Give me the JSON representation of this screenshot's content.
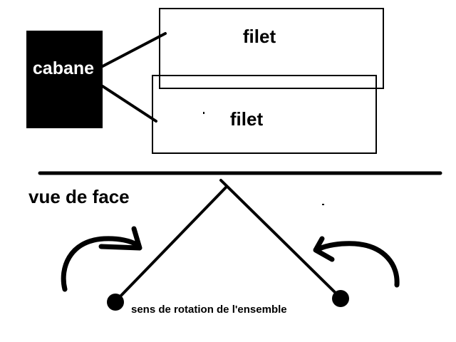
{
  "diagram": {
    "top_view": {
      "hut_label": "cabane",
      "net_1_label": "filet",
      "net_2_label": "filet"
    },
    "front_view": {
      "title": "vue de face",
      "caption": "sens de rotation de l'ensemble"
    }
  },
  "colors": {
    "ink": "#000000",
    "paper": "#ffffff"
  },
  "icons": {
    "left_arrow": "curved-arrow-right-icon",
    "right_arrow": "curved-arrow-left-icon",
    "left_weight": "ball-icon",
    "right_weight": "ball-icon"
  }
}
